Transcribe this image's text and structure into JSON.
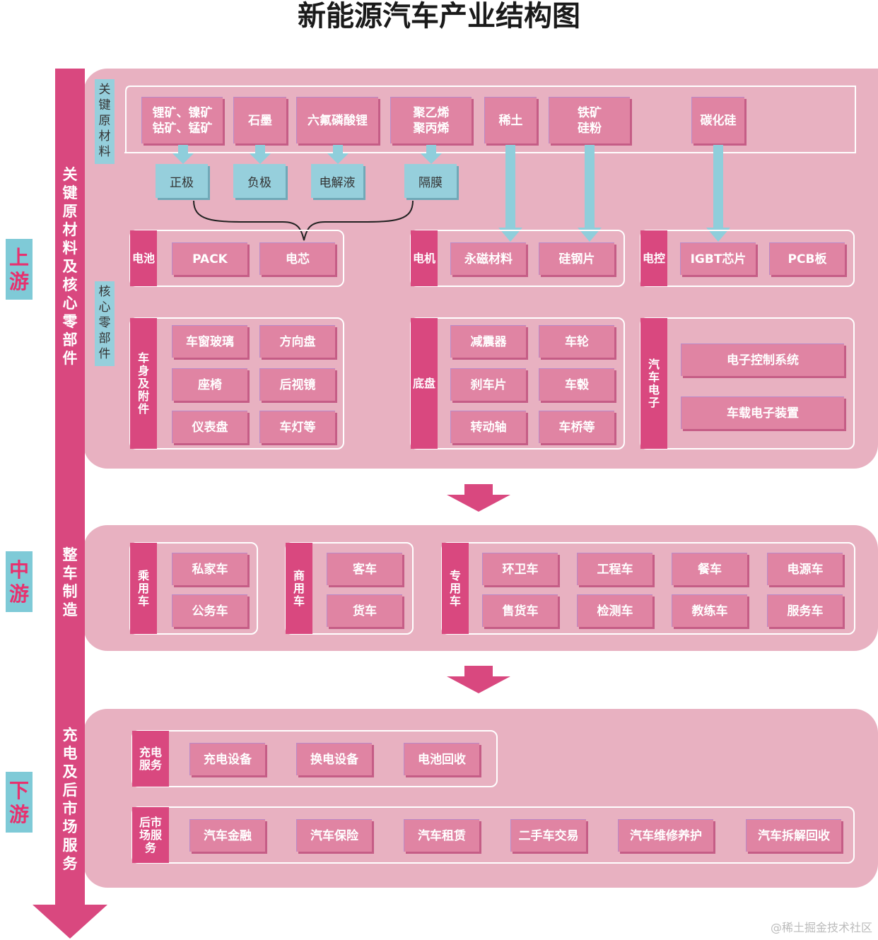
{
  "title": "新能源汽车产业结构图",
  "stages": {
    "up": "上游",
    "mid": "中游",
    "down": "下游"
  },
  "vertical_labels": {
    "up": "关键原材料及核心零部件",
    "mid": "整车制造",
    "down": "充电及后市场服务"
  },
  "upstream": {
    "key_materials_label": "关键原材料",
    "core_parts_label": "核心零部件",
    "materials": [
      "锂矿、镍矿\n钴矿、锰矿",
      "石墨",
      "六氟磷酸锂",
      "聚乙烯\n聚丙烯",
      "稀土",
      "铁矿\n硅粉",
      "碳化硅"
    ],
    "battery_materials": [
      "正极",
      "负极",
      "电解液",
      "隔膜"
    ],
    "battery": {
      "label": "电池",
      "items": [
        "PACK",
        "电芯"
      ]
    },
    "motor": {
      "label": "电机",
      "items": [
        "永磁材料",
        "硅钢片"
      ]
    },
    "ecu": {
      "label": "电控",
      "items": [
        "IGBT芯片",
        "PCB板"
      ]
    },
    "body": {
      "label": "车身及附件",
      "items": [
        "车窗玻璃",
        "方向盘",
        "座椅",
        "后视镜",
        "仪表盘",
        "车灯等"
      ]
    },
    "chassis": {
      "label": "底盘",
      "items": [
        "减震器",
        "车轮",
        "刹车片",
        "车毂",
        "转动轴",
        "车桥等"
      ]
    },
    "electronics": {
      "label": "汽车电子",
      "items": [
        "电子控制系统",
        "车载电子装置"
      ]
    }
  },
  "midstream": {
    "passenger": {
      "label": "乘用车",
      "items": [
        "私家车",
        "公务车"
      ]
    },
    "commercial": {
      "label": "商用车",
      "items": [
        "客车",
        "货车"
      ]
    },
    "special": {
      "label": "专用车",
      "items": [
        "环卫车",
        "工程车",
        "餐车",
        "电源车",
        "售货车",
        "检测车",
        "教练车",
        "服务车"
      ]
    }
  },
  "downstream": {
    "charging": {
      "label": "充电服务",
      "items": [
        "充电设备",
        "换电设备",
        "电池回收"
      ]
    },
    "aftermarket": {
      "label": "后市场服务",
      "items": [
        "汽车金融",
        "汽车保险",
        "汽车租赁",
        "二手车交易",
        "汽车维修养护",
        "汽车拆解回收"
      ]
    }
  },
  "watermark": "@稀土掘金技术社区",
  "colors": {
    "panel": "#e8b1c1",
    "accent": "#d9487f",
    "item": "#e084a3",
    "teal": "#96cfdc",
    "stage_text": "#e8306e"
  }
}
